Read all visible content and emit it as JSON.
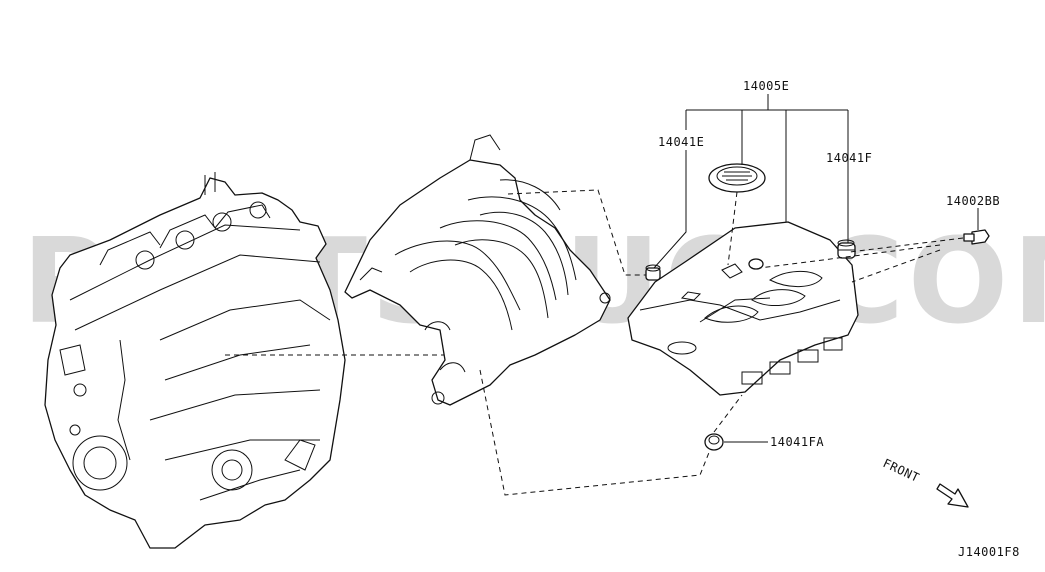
{
  "watermark": "PARTSOUQ.COM",
  "labels": {
    "engine_cover_assy": "14005E",
    "insulator_left": "14041E",
    "insulator_right": "14041F",
    "bolt": "14002BB",
    "insulator_bottom": "14041FA",
    "front_indicator": "FRONT",
    "diagram_code": "J14001F8"
  },
  "colors": {
    "line": "#111111",
    "background": "#ffffff",
    "watermark": "#d9d9d9"
  }
}
